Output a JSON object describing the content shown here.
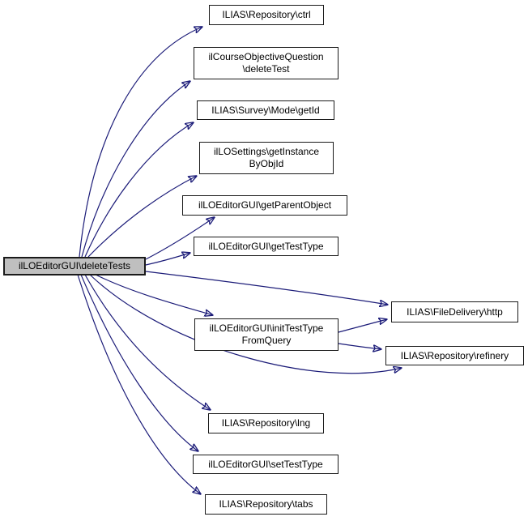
{
  "diagram": {
    "type": "call-graph",
    "style": "doxygen",
    "colors": {
      "background": "#ffffff",
      "edge": "#1b1b78",
      "node_border": "#1a1a1a",
      "node_fill": "#ffffff",
      "highlight_fill": "#bfbfbf",
      "text": "#000000"
    },
    "nodes": [
      {
        "id": "deleteTests",
        "label": "ilLOEditorGUI\\deleteTests",
        "highlighted": true
      },
      {
        "id": "ctrl",
        "label": "ILIAS\\Repository\\ctrl",
        "highlighted": false
      },
      {
        "id": "courseObjectiveDelete",
        "label": "ilCourseObjectiveQuestion\n\\deleteTest",
        "highlighted": false
      },
      {
        "id": "surveyModeGetId",
        "label": "ILIAS\\Survey\\Mode\\getId",
        "highlighted": false
      },
      {
        "id": "loSettingsGetInstance",
        "label": "ilLOSettings\\getInstance\nByObjId",
        "highlighted": false
      },
      {
        "id": "getParentObject",
        "label": "ilLOEditorGUI\\getParentObject",
        "highlighted": false
      },
      {
        "id": "getTestType",
        "label": "ilLOEditorGUI\\getTestType",
        "highlighted": false
      },
      {
        "id": "initTestTypeFromQuery",
        "label": "ilLOEditorGUI\\initTestType\nFromQuery",
        "highlighted": false
      },
      {
        "id": "http",
        "label": "ILIAS\\FileDelivery\\http",
        "highlighted": false
      },
      {
        "id": "refinery",
        "label": "ILIAS\\Repository\\refinery",
        "highlighted": false
      },
      {
        "id": "lng",
        "label": "ILIAS\\Repository\\lng",
        "highlighted": false
      },
      {
        "id": "setTestType",
        "label": "ilLOEditorGUI\\setTestType",
        "highlighted": false
      },
      {
        "id": "tabs",
        "label": "ILIAS\\Repository\\tabs",
        "highlighted": false
      }
    ],
    "edges": [
      {
        "from": "deleteTests",
        "to": "ctrl"
      },
      {
        "from": "deleteTests",
        "to": "courseObjectiveDelete"
      },
      {
        "from": "deleteTests",
        "to": "surveyModeGetId"
      },
      {
        "from": "deleteTests",
        "to": "loSettingsGetInstance"
      },
      {
        "from": "deleteTests",
        "to": "getParentObject"
      },
      {
        "from": "deleteTests",
        "to": "getTestType"
      },
      {
        "from": "deleteTests",
        "to": "http"
      },
      {
        "from": "deleteTests",
        "to": "initTestTypeFromQuery"
      },
      {
        "from": "deleteTests",
        "to": "refinery"
      },
      {
        "from": "deleteTests",
        "to": "lng"
      },
      {
        "from": "deleteTests",
        "to": "setTestType"
      },
      {
        "from": "deleteTests",
        "to": "tabs"
      },
      {
        "from": "initTestTypeFromQuery",
        "to": "http"
      },
      {
        "from": "initTestTypeFromQuery",
        "to": "refinery"
      }
    ]
  }
}
